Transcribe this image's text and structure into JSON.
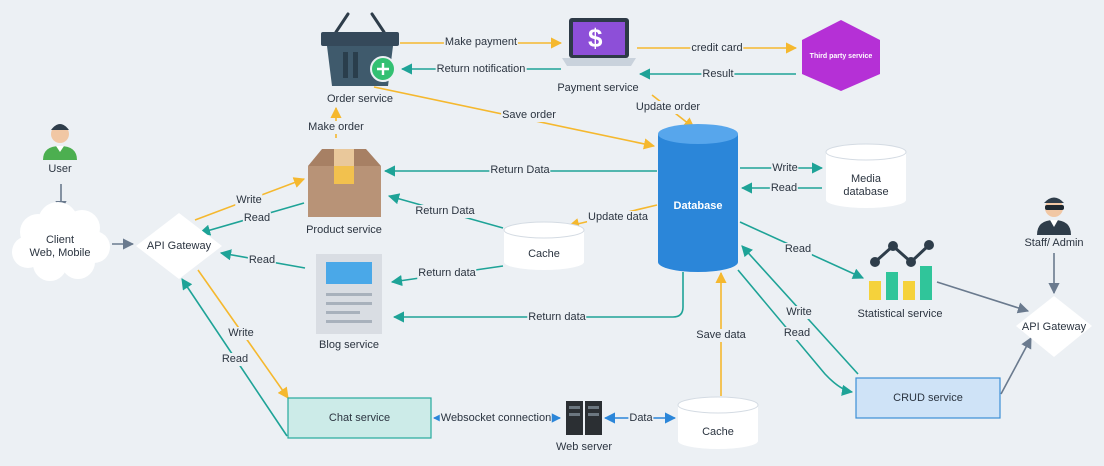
{
  "nodes": {
    "order_service": "Order service",
    "payment_service": "Payment service",
    "third_party": "Third party service",
    "user": "User",
    "client": "Client\nWeb, Mobile",
    "api_gateway_left": "API Gateway",
    "product_service": "Product service",
    "blog_service": "Blog service",
    "cache_mid": "Cache",
    "database": "Database",
    "media_db": "Media\ndatabase",
    "statistical_service": "Statistical service",
    "staff_admin": "Staff/ Admin",
    "api_gateway_right": "API Gateway",
    "crud_service": "CRUD service",
    "chat_service": "Chat service",
    "web_server": "Web server",
    "cache_bottom": "Cache",
    "dollar": "$"
  },
  "edges": {
    "make_payment": "Make payment",
    "credit_card": "credit card",
    "return_notification": "Return notification",
    "result": "Result",
    "update_order": "Update order",
    "save_order": "Save order",
    "make_order": "Make order",
    "return_data_product": "Return Data",
    "write_media": "Write",
    "read_media": "Read",
    "write_gateway": "Write",
    "read_gateway": "Read",
    "return_data_cache_product": "Return Data",
    "update_data": "Update data",
    "read_blog": "Read",
    "return_data_cache_blog": "Return data",
    "read_stat": "Read",
    "return_data_blog": "Return data",
    "write_chat": "Write",
    "read_chat": "Read",
    "save_data": "Save  data",
    "write_crud": "Write",
    "read_crud": "Read",
    "websocket": "Websocket connection",
    "data": "Data"
  },
  "colors": {
    "request_arrow": "#f5b82e",
    "response_arrow": "#1ea397",
    "neutral_arrow": "#6a7a8e",
    "database": "#2b86d9",
    "third_party": "#b530d6",
    "chat_fill": "#ccebe8",
    "chat_border": "#25a99d",
    "crud_fill": "#cfe3f7",
    "crud_border": "#3c8fd6"
  }
}
